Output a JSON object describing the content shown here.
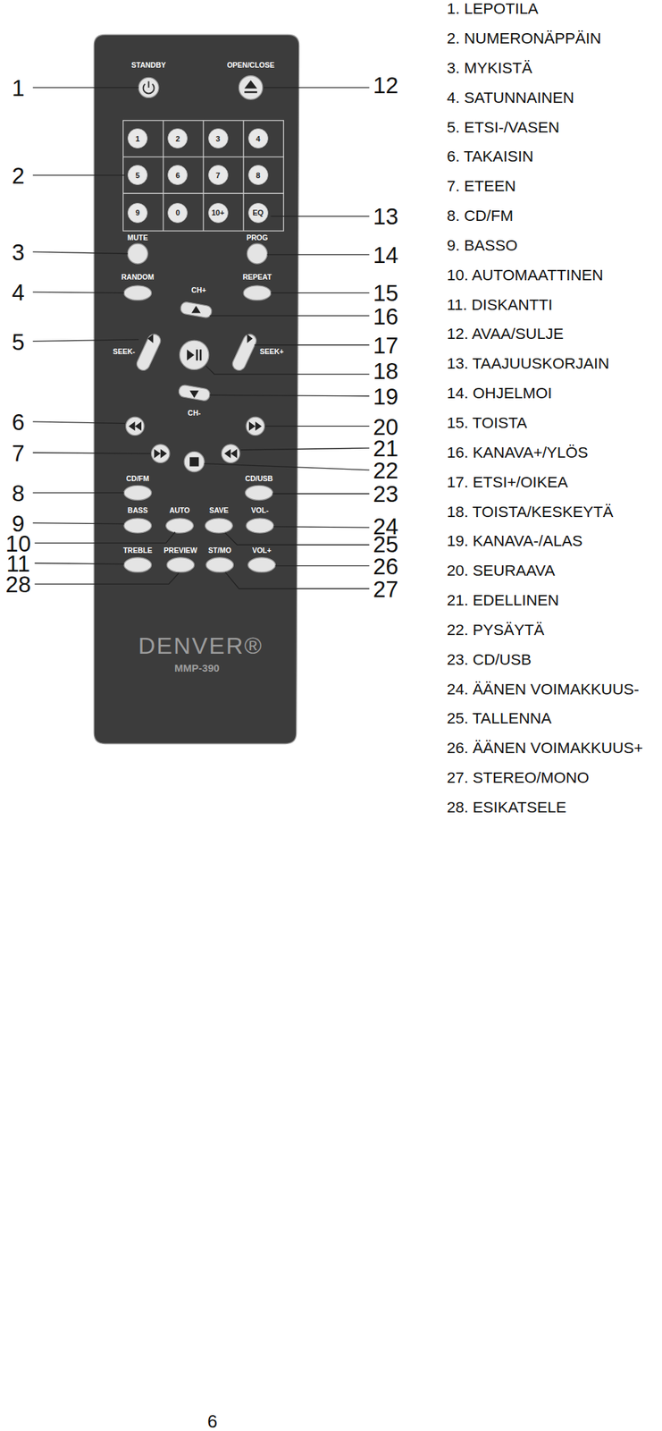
{
  "diagram": {
    "nodes": [
      {
        "text": [
          "1"
        ]
      },
      {
        "text": [
          "2"
        ]
      },
      {
        "text": [
          "3"
        ]
      },
      {
        "text": [
          "4"
        ]
      },
      {
        "text": [
          "5"
        ]
      },
      {
        "text": [
          "6"
        ]
      },
      {
        "text": [
          "7"
        ]
      },
      {
        "text": [
          "8"
        ]
      },
      {
        "text": [
          "9"
        ]
      },
      {
        "text": [
          "0"
        ]
      },
      {
        "text": [
          "10+"
        ]
      },
      {
        "text": [
          "EQ"
        ]
      }
    ],
    "labels": [
      "STANDBY",
      "OPEN/CLOSE",
      "MUTE",
      "PROG",
      "RANDOM",
      "REPEAT",
      "CH+",
      "SEEK-",
      "SEEK+",
      "CH-",
      "CD/FM",
      "CD/USB",
      "BASS",
      "AUTO",
      "SAVE",
      "VOL-",
      "TREBLE",
      "PREVIEW",
      "ST/MO",
      "VOL+",
      "DENVER®",
      "MMP-390",
      "1",
      "2",
      "3",
      "4",
      "5",
      "6",
      "7",
      "8",
      "9",
      "10",
      "11",
      "28",
      "12",
      "13",
      "14",
      "15",
      "16",
      "17",
      "18",
      "19",
      "20",
      "21",
      "22",
      "23",
      "24",
      "25",
      "26",
      "27",
      "1. LEPOTILA",
      "2. NUMERONÄPPÄIN",
      "3. MYKISTÄ",
      "4. SATUNNAINEN",
      "5. ETSI-/VASEN",
      "6. TAKAISIN",
      "7. ETEEN",
      "8. CD/FM",
      "9. BASSO",
      "10. AUTOMAATTINEN",
      "11. DISKANTTI",
      "12. AVAA/SULJE",
      "13. TAAJUUSKORJAIN",
      "14. OHJELMOI",
      "15. TOISTA",
      "16. KANAVA+/YLÖS",
      "17. ETSI+/OIKEA",
      "18. TOISTA/KESKEYTÄ",
      "19. KANAVA-/ALAS",
      "20. SEURAAVA",
      "21. EDELLINEN",
      "22. PYSÄYTÄ",
      "23. CD/USB",
      "24. ÄÄNEN VOIMAKKUUS-",
      "25. TALLENNA",
      "26. ÄÄNEN VOIMAKKUUS+",
      "27. STEREO/MONO",
      "28. ESIKATSELE",
      "6"
    ]
  }
}
